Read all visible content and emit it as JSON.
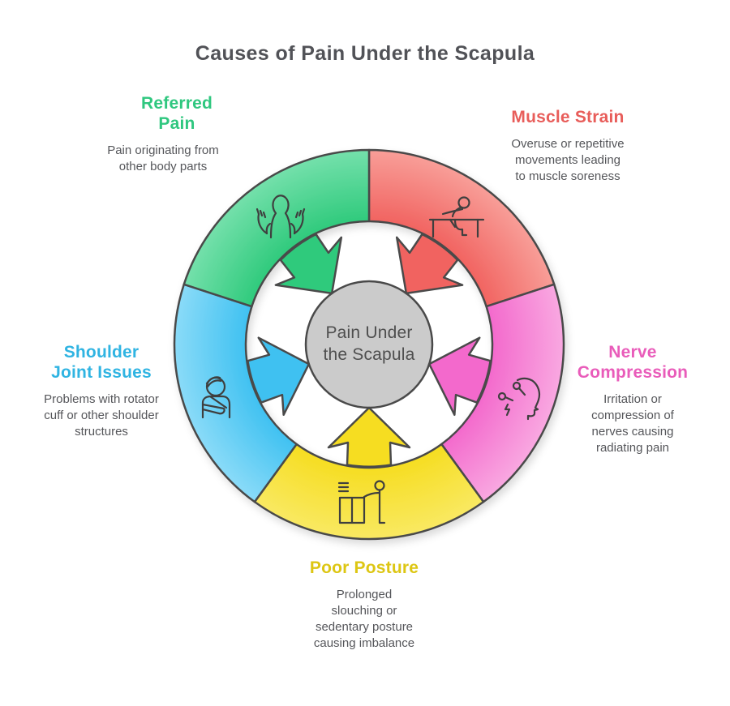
{
  "title": "Causes of Pain Under the Scapula",
  "center": {
    "label": "Pain Under the Scapula",
    "line1": "Pain Under",
    "line2": "the Scapula",
    "fill": "#cbcbcb"
  },
  "colors": {
    "outline": "#4a4a4a",
    "icon_stroke": "#3f3f3f",
    "description_text": "#55565a",
    "title_text": "#515257"
  },
  "segments": [
    {
      "id": "muscle-strain",
      "label": "Muscle Strain",
      "label_lines": [
        "Muscle Strain",
        ""
      ],
      "description": "Overuse or repetitive movements leading to muscle soreness",
      "label_color": "#e85d5a",
      "color_deep": "#f16360",
      "color_light": "#f89e98",
      "icon": "person-sitting-at-desk-icon"
    },
    {
      "id": "nerve-compression",
      "label": "Nerve Compression",
      "label_lines": [
        "Nerve",
        "Compression"
      ],
      "description": "Irritation or compression of nerves causing radiating pain",
      "label_color": "#e95cba",
      "color_deep": "#f369cc",
      "color_light": "#f9a8e1",
      "icon": "head-profile-nerve-pins-icon"
    },
    {
      "id": "poor-posture",
      "label": "Poor Posture",
      "label_lines": [
        "Poor Posture",
        ""
      ],
      "description": "Prolonged slouching or sedentary posture causing imbalance",
      "label_color": "#ddc613",
      "color_deep": "#f6dd21",
      "color_light": "#f9e962",
      "icon": "person-at-standing-desk-icon"
    },
    {
      "id": "shoulder-joint-issues",
      "label": "Shoulder Joint Issues",
      "label_lines": [
        "Shoulder",
        "Joint Issues"
      ],
      "description": "Problems with rotator cuff or other shoulder structures",
      "label_color": "#30b4e2",
      "color_deep": "#3fc1f1",
      "color_light": "#8adbf8",
      "icon": "injured-person-arm-sling-icon"
    },
    {
      "id": "referred-pain",
      "label": "Referred Pain",
      "label_lines": [
        "Referred",
        "Pain"
      ],
      "description": "Pain originating from other body parts",
      "label_color": "#2fc77f",
      "color_deep": "#2fca7c",
      "color_light": "#74e0ab",
      "icon": "body-with-caring-hands-icon"
    }
  ]
}
